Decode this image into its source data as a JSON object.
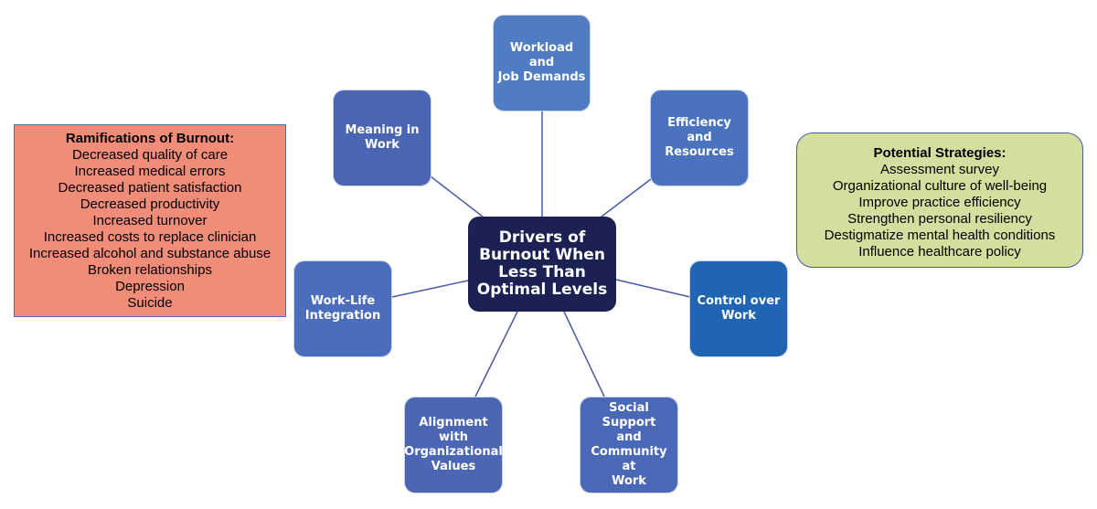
{
  "center": {
    "label": "Drivers of\nBurnout When\nLess Than\nOptimal Levels"
  },
  "drivers": {
    "workload": "Workload and\nJob Demands",
    "efficiency": "Efficiency and\nResources",
    "control": "Control over\nWork",
    "social": "Social Support\nand\nCommunity at\nWork",
    "alignment": "Alignment\nwith\nOrganizational\nValues",
    "work_life": "Work-Life\nIntegration",
    "meaning": "Meaning in\nWork"
  },
  "ramifications": {
    "title": "Ramifications of Burnout:",
    "items": [
      "Decreased quality of care",
      "Increased medical errors",
      "Decreased patient satisfaction",
      "Decreased productivity",
      "Increased turnover",
      "Increased costs to replace clinician",
      "Increased alcohol and substance abuse",
      "Broken relationships",
      "Depression",
      "Suicide"
    ]
  },
  "strategies": {
    "title": "Potential Strategies:",
    "items": [
      "Assessment survey",
      "Organizational culture of well-being",
      "Improve practice efficiency",
      "Strengthen personal resiliency",
      "Destigmatize mental health conditions",
      "Influence healthcare policy"
    ]
  },
  "colors": {
    "center": "#1b2253",
    "driver": "#4e6dba",
    "driver_dark": "#1f65b4",
    "ramifications_bg": "#f08c78",
    "strategies_bg": "#d2df9f",
    "connector": "#4a5aa8"
  }
}
